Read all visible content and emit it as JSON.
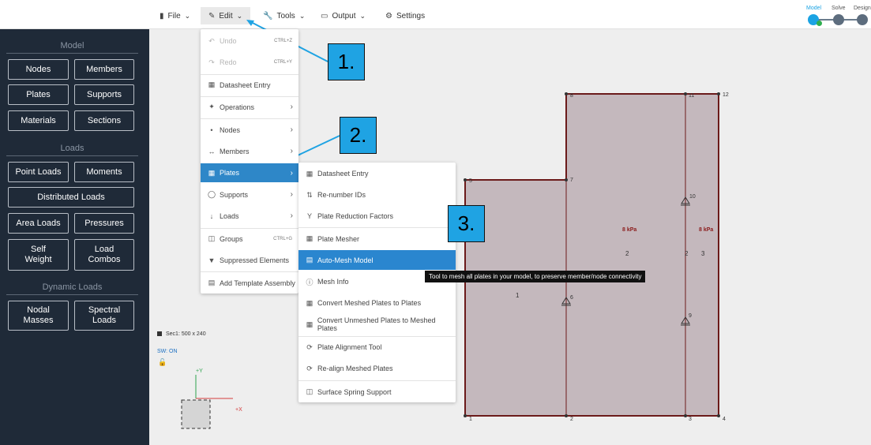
{
  "topbar": {
    "file": "File",
    "edit": "Edit",
    "tools": "Tools",
    "output": "Output",
    "settings": "Settings"
  },
  "workflow": {
    "model": "Model",
    "solve": "Solve",
    "design": "Design",
    "accent": "#1ba3e3"
  },
  "sidebar": {
    "model_title": "Model",
    "loads_title": "Loads",
    "dynamic_title": "Dynamic Loads",
    "buttons": {
      "nodes": "Nodes",
      "members": "Members",
      "plates": "Plates",
      "supports": "Supports",
      "materials": "Materials",
      "sections": "Sections",
      "point_loads": "Point Loads",
      "moments": "Moments",
      "distributed_loads": "Distributed Loads",
      "area_loads": "Area Loads",
      "pressures": "Pressures",
      "self_weight_1": "Self",
      "self_weight_2": "Weight",
      "load_combos_1": "Load",
      "load_combos_2": "Combos",
      "nodal_masses_1": "Nodal",
      "nodal_masses_2": "Masses",
      "spectral_loads_1": "Spectral",
      "spectral_loads_2": "Loads"
    }
  },
  "edit_menu": {
    "undo": "Undo",
    "undo_sc": "CTRL+Z",
    "redo": "Redo",
    "redo_sc": "CTRL+Y",
    "datasheet": "Datasheet Entry",
    "operations": "Operations",
    "nodes": "Nodes",
    "members": "Members",
    "plates": "Plates",
    "supports": "Supports",
    "loads": "Loads",
    "groups": "Groups",
    "groups_sc": "CTRL+G",
    "suppressed": "Suppressed Elements",
    "template": "Add Template Assembly"
  },
  "plates_menu": {
    "datasheet": "Datasheet Entry",
    "renumber": "Re-number IDs",
    "reduction": "Plate Reduction Factors",
    "mesher": "Plate Mesher",
    "automesh": "Auto-Mesh Model",
    "meshinfo": "Mesh Info",
    "convert_meshed": "Convert Meshed Plates to Plates",
    "convert_unmeshed": "Convert Unmeshed Plates to Meshed Plates",
    "alignment": "Plate Alignment Tool",
    "realign": "Re-align Meshed Plates",
    "spring": "Surface Spring Support"
  },
  "tooltip": "Tool to mesh all plates in your model, to preserve member/node connectivity",
  "callouts": {
    "one": "1.",
    "two": "2.",
    "three": "3."
  },
  "canvas": {
    "section_info": "Sec1: 500 x 240",
    "sw_status": "SW: ON",
    "axis_y": "+Y",
    "axis_x": "+X",
    "plate_fill": "#c4b8bd",
    "member_color": "#6b1a1a",
    "load_color": "#8b1a1a",
    "nodes": {
      "n1": "1",
      "n2": "2",
      "n3": "3",
      "n4": "4",
      "n5": "5",
      "n6": "6",
      "n7": "7",
      "n8": "8",
      "n9": "9",
      "n10": "10",
      "n11": "11",
      "n12": "12"
    },
    "plates": {
      "p1": "1",
      "p2": "2",
      "p2b": "2",
      "p3": "3"
    },
    "pressure_1": "8 kPa",
    "pressure_2": "8 kPa"
  }
}
